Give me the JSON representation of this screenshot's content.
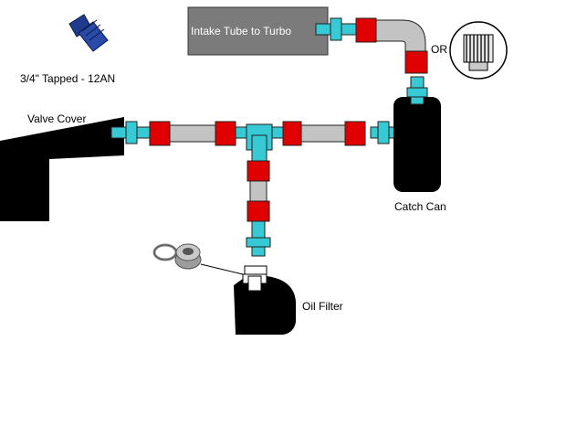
{
  "labels": {
    "intake_tube": "Intake  Tube to Turbo",
    "or": "OR",
    "fitting_spec": "3/4\" Tapped - 12AN",
    "valve_cover": "Valve Cover",
    "catch_can": "Catch Can",
    "oil_filter": "Oil Filter"
  },
  "colors": {
    "hose": "#c3c3c3",
    "hose_end": "#e00000",
    "fitting": "#37c9d4",
    "component": "#000000",
    "intake_tube": "#7b7b7b",
    "blue_fitting": "#1f3b8c"
  },
  "icons": {
    "blue_adapter": "an-adapter-icon",
    "filter": "breather-filter-icon",
    "washer": "crush-washer-icon",
    "bung": "bung-icon"
  }
}
